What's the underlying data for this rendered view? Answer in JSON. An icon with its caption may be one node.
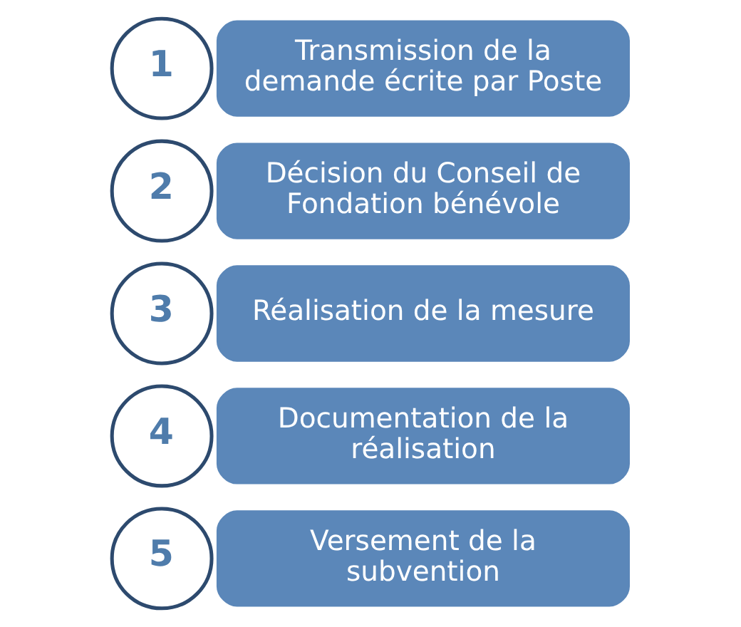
{
  "diagram": {
    "nodes": [
      {
        "text": [
          "1"
        ]
      },
      {
        "text": [
          "Transmission de la demande écrite par Poste"
        ]
      },
      {
        "text": [
          "2"
        ]
      },
      {
        "text": [
          "Décision du Conseil de Fondation bénévole"
        ]
      },
      {
        "text": [
          "3"
        ]
      },
      {
        "text": [
          "Réalisation de la mesure"
        ]
      },
      {
        "text": [
          "4"
        ]
      },
      {
        "text": [
          "Documentation de la réalisation"
        ]
      },
      {
        "text": [
          "5"
        ]
      },
      {
        "text": [
          "Versement de la subvention"
        ]
      }
    ]
  }
}
